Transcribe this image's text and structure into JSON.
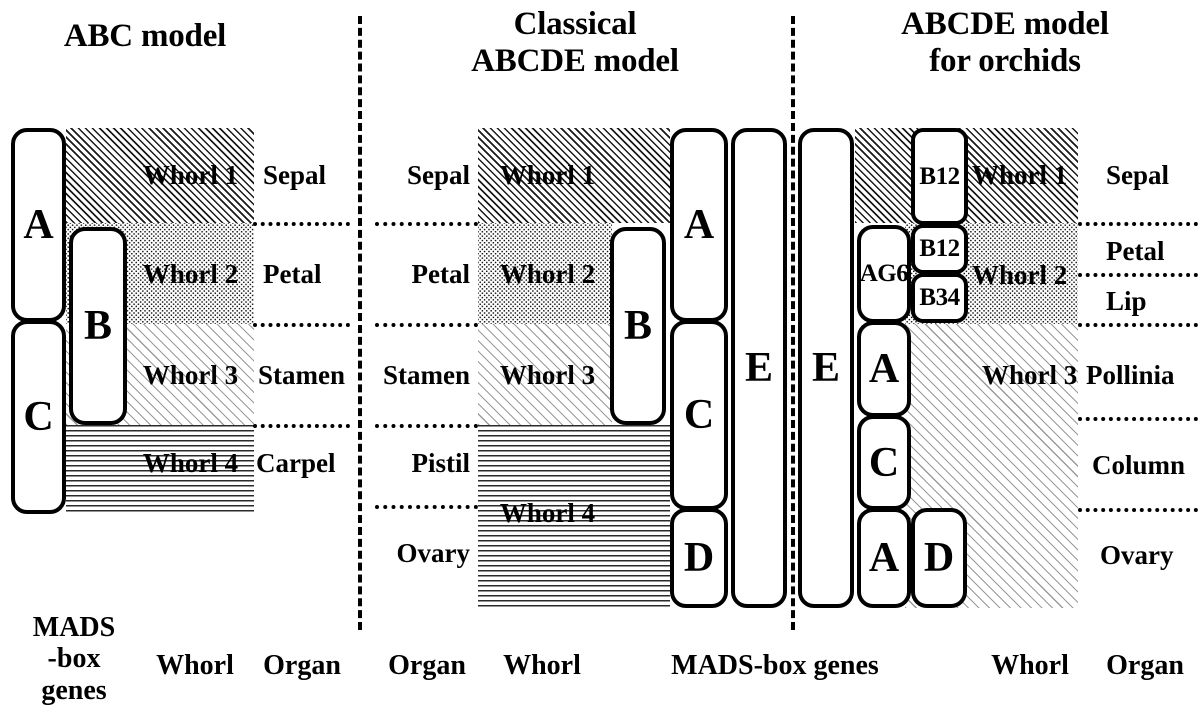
{
  "figure": {
    "title": "Comparison of ABC, classical ABCDE and orchid ABCDE floral organ identity models",
    "background": "#ffffff",
    "ink": "#000000"
  },
  "panels": [
    {
      "id": "abc",
      "title": "ABC model",
      "genes": [
        {
          "label": "A"
        },
        {
          "label": "C"
        },
        {
          "label": "B"
        }
      ],
      "whorls": [
        {
          "label": "Whorl 1",
          "pattern": "dense-diagonal-hatch"
        },
        {
          "label": "Whorl 2",
          "pattern": "fine-dot-stipple"
        },
        {
          "label": "Whorl 3",
          "pattern": "light-diagonal-hatch"
        },
        {
          "label": "Whorl 4",
          "pattern": "horizontal-lines"
        }
      ],
      "organs": [
        "Sepal",
        "Petal",
        "Stamen",
        "Carpel"
      ],
      "footer": {
        "genes_caption": "MADS\n-box\ngenes",
        "whorl_caption": "Whorl",
        "organ_caption": "Organ"
      }
    },
    {
      "id": "classical-abcde",
      "title": "Classical\nABCDE model",
      "genes": [
        {
          "label": "B"
        },
        {
          "label": "A"
        },
        {
          "label": "C"
        },
        {
          "label": "D"
        },
        {
          "label": "E"
        }
      ],
      "whorls": [
        {
          "label": "Whorl 1",
          "pattern": "dense-diagonal-hatch"
        },
        {
          "label": "Whorl 2",
          "pattern": "fine-dot-stipple"
        },
        {
          "label": "Whorl 3",
          "pattern": "light-diagonal-hatch"
        },
        {
          "label": "Whorl 4",
          "pattern": "horizontal-lines"
        }
      ],
      "organs": [
        "Sepal",
        "Petal",
        "Stamen",
        "Pistil",
        "Ovary"
      ],
      "footer": {
        "organ_caption": "Organ",
        "whorl_caption": "Whorl"
      }
    },
    {
      "id": "abcde-orchids",
      "title": "ABCDE model\nfor orchids",
      "genes": [
        {
          "label": "E"
        },
        {
          "label": "AG6"
        },
        {
          "label": "A"
        },
        {
          "label": "C"
        },
        {
          "label": "A"
        },
        {
          "label": "B12"
        },
        {
          "label": "B12"
        },
        {
          "label": "B34"
        },
        {
          "label": "D"
        }
      ],
      "whorls": [
        {
          "label": "Whorl 1",
          "pattern": "dense-diagonal-hatch"
        },
        {
          "label": "Whorl 2",
          "pattern": "fine-dot-stipple"
        },
        {
          "label": "Whorl 3",
          "pattern": "light-diagonal-hatch"
        }
      ],
      "organs": [
        "Sepal",
        "Petal",
        "Lip",
        "Pollinia",
        "Column",
        "Ovary"
      ],
      "footer": {
        "genes_caption": "MADS-box genes",
        "whorl_caption": "Whorl",
        "organ_caption": "Organ"
      }
    }
  ],
  "chart_data": {
    "type": "diagram",
    "diagram_kind": "floral-organ-identity-model-comparison",
    "panel_titles": [
      "ABC model",
      "Classical ABCDE model",
      "ABCDE model for orchids"
    ],
    "patterns_legend": {
      "Whorl 1": "dense-diagonal-hatch",
      "Whorl 2": "fine-dot-stipple",
      "Whorl 3": "light-diagonal-hatch",
      "Whorl 4": "horizontal-lines"
    },
    "panel_abc": {
      "whorl_to_organ": [
        {
          "whorl": "Whorl 1",
          "organ": "Sepal",
          "genes": [
            "A"
          ]
        },
        {
          "whorl": "Whorl 2",
          "organ": "Petal",
          "genes": [
            "A",
            "B"
          ]
        },
        {
          "whorl": "Whorl 3",
          "organ": "Stamen",
          "genes": [
            "B",
            "C"
          ]
        },
        {
          "whorl": "Whorl 4",
          "organ": "Carpel",
          "genes": [
            "C"
          ]
        }
      ]
    },
    "panel_classical_abcde": {
      "whorl_to_organ": [
        {
          "whorl": "Whorl 1",
          "organ": "Sepal",
          "genes": [
            "A",
            "E"
          ]
        },
        {
          "whorl": "Whorl 2",
          "organ": "Petal",
          "genes": [
            "A",
            "B",
            "E"
          ]
        },
        {
          "whorl": "Whorl 3",
          "organ": "Stamen",
          "genes": [
            "B",
            "C",
            "E"
          ]
        },
        {
          "whorl": "Whorl 4",
          "organ": "Pistil",
          "genes": [
            "C",
            "E"
          ]
        },
        {
          "whorl": "Whorl 4",
          "organ": "Ovary",
          "genes": [
            "D",
            "E"
          ]
        }
      ]
    },
    "panel_abcde_orchids": {
      "whorl_to_organ": [
        {
          "whorl": "Whorl 1",
          "organ": "Sepal",
          "genes": [
            "E",
            "B12"
          ]
        },
        {
          "whorl": "Whorl 2",
          "organ": "Petal",
          "genes": [
            "E",
            "AG6",
            "B12"
          ]
        },
        {
          "whorl": "Whorl 2",
          "organ": "Lip",
          "genes": [
            "E",
            "AG6",
            "B34"
          ]
        },
        {
          "whorl": "Whorl 3",
          "organ": "Pollinia",
          "genes": [
            "E",
            "A"
          ]
        },
        {
          "whorl": "Whorl 3",
          "organ": "Column",
          "genes": [
            "E",
            "C"
          ]
        },
        {
          "whorl": "Whorl 3",
          "organ": "Ovary",
          "genes": [
            "E",
            "A",
            "D"
          ]
        }
      ]
    }
  }
}
